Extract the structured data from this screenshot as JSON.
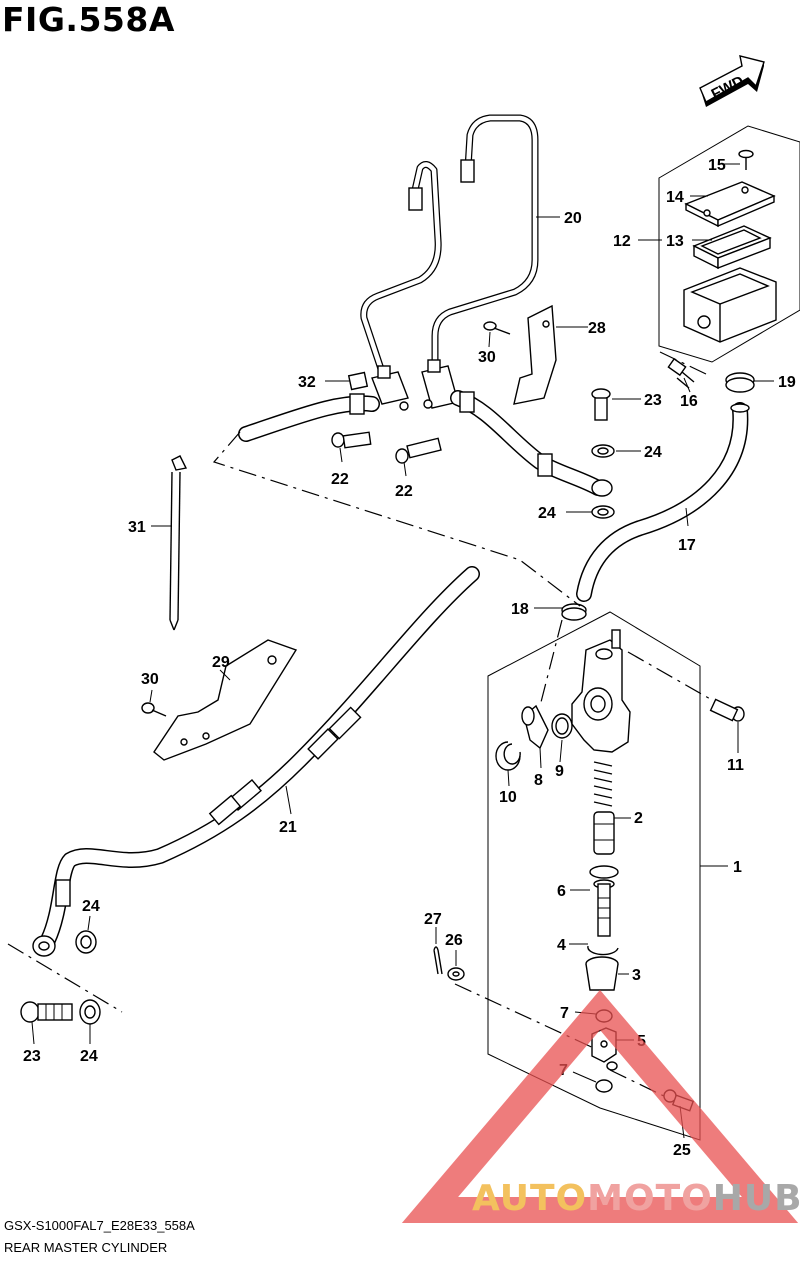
{
  "title": "FIG.558A",
  "fwd_label": "FWD",
  "footer": {
    "model_code": "GSX-S1000FAL7_E28E33_558A",
    "description": "REAR MASTER CYLINDER"
  },
  "watermark": {
    "part1": "AUTO",
    "part2": "MOTO",
    "part3": "HUB"
  },
  "callouts": [
    "1",
    "2",
    "3",
    "4",
    "5",
    "6",
    "7",
    "7",
    "8",
    "9",
    "10",
    "11",
    "12",
    "13",
    "14",
    "15",
    "16",
    "17",
    "18",
    "19",
    "20",
    "21",
    "22",
    "22",
    "23",
    "23",
    "24",
    "24",
    "24",
    "25",
    "26",
    "27",
    "28",
    "29",
    "30",
    "30",
    "31",
    "32"
  ]
}
